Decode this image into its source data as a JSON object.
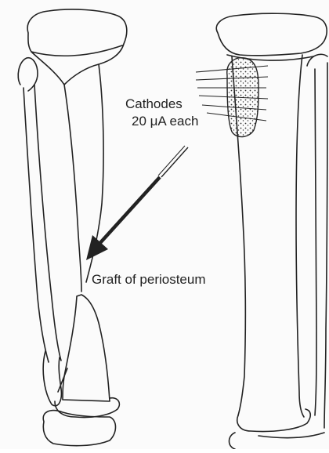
{
  "labels": {
    "cathodes_line1": "Cathodes",
    "cathodes_line2": "20 μA each",
    "graft": "Graft of periosteum"
  },
  "colors": {
    "line": "#222222",
    "paper": "#fbfbfb"
  },
  "icons": {
    "arrow": "arrow-icon",
    "stipple": "stippled-graft-icon"
  }
}
